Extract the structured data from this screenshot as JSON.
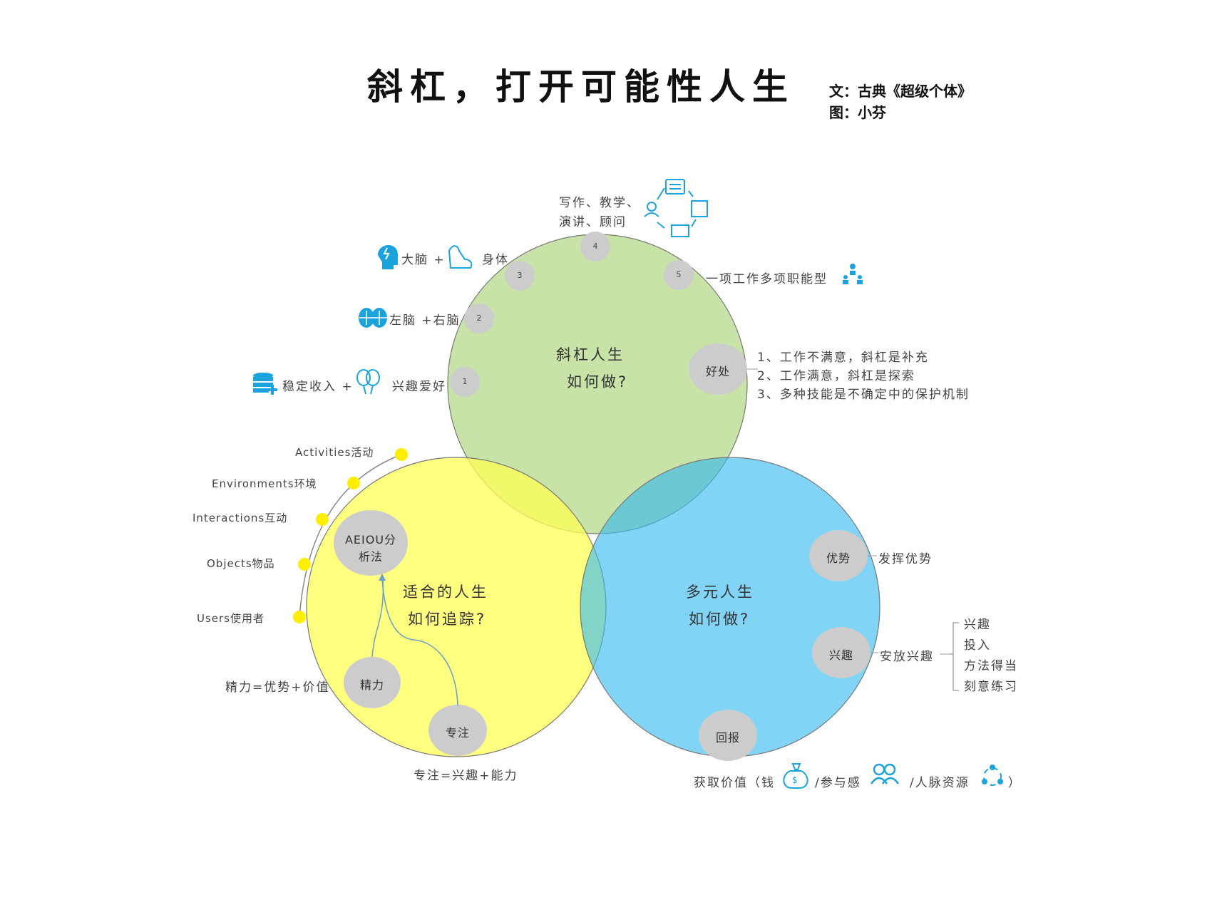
{
  "title": "斜杠，打开可能性人生",
  "credits": {
    "text": "文：古典《超级个体》",
    "image": "图：小芬"
  },
  "circles": {
    "slash": {
      "title": "斜杠人生",
      "subtitle": "如何做?"
    },
    "fit": {
      "title": "适合的人生",
      "subtitle": "如何追踪?"
    },
    "multi": {
      "title": "多元人生",
      "subtitle": "如何做?"
    }
  },
  "slash_points": {
    "p1": {
      "num": "1",
      "text": "稳定收入 +",
      "text2": "兴趣爱好"
    },
    "p2": {
      "num": "2",
      "text": "左脑 +右脑"
    },
    "p3": {
      "num": "3",
      "text": "大脑 +",
      "text2": "身体"
    },
    "p4": {
      "num": "4",
      "line1": "写作、教学、",
      "line2": "演讲、顾问"
    },
    "p5": {
      "num": "5",
      "text": "一项工作多项职能型"
    },
    "benefit": {
      "node": "好处",
      "items": [
        "1、工作不满意，斜杠是补充",
        "2、工作满意，斜杠是探索",
        "3、多种技能是不确定中的保护机制"
      ]
    }
  },
  "fit_points": {
    "aeiou": {
      "line1": "AEIOU分",
      "line2": "析法"
    },
    "energy": {
      "node": "精力",
      "desc": "精力=优势+价值"
    },
    "focus": {
      "node": "专注",
      "desc": "专注=兴趣+能力"
    },
    "aeiou_items": [
      "Activities活动",
      "Environments环境",
      "Interactions互动",
      "Objects物品",
      "Users使用者"
    ]
  },
  "multi_points": {
    "advantage": {
      "node": "优势",
      "desc": "发挥优势"
    },
    "interest": {
      "node": "兴趣",
      "desc": "安放兴趣",
      "items": [
        "兴趣",
        "投入",
        "方法得当",
        "刻意练习"
      ]
    },
    "reward": {
      "node": "回报",
      "p1": "获取价值（钱",
      "p2": "/参与感",
      "p3": "/人脉资源",
      "p4": "）"
    }
  },
  "colors": {
    "green": "#c2e09a",
    "yellow": "#fbfb6e",
    "blue": "#5cc8f3",
    "node": "#cccccc",
    "accent": "#1aa3dd",
    "dot": "#ffee00"
  }
}
